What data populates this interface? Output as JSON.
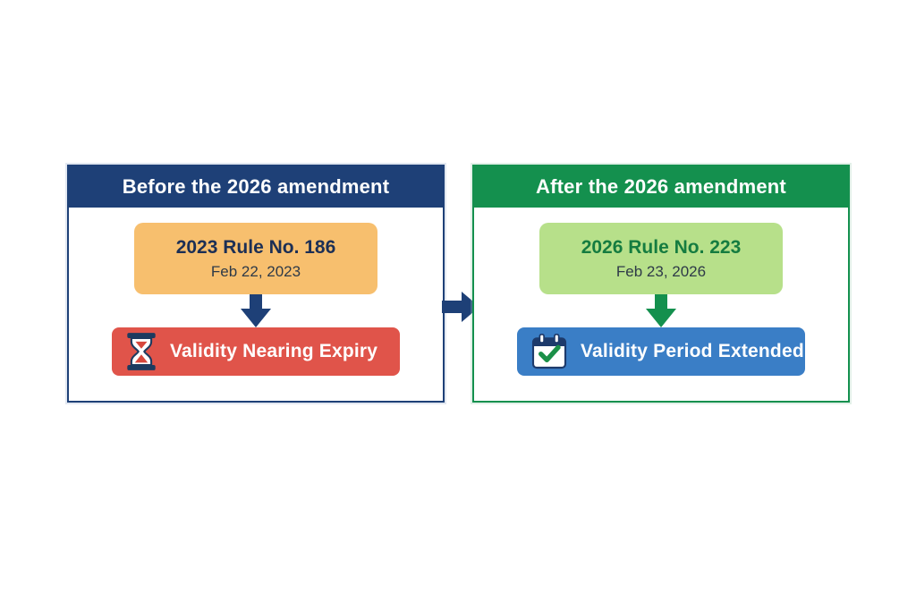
{
  "colors": {
    "navy": "#1E4077",
    "green": "#14904E",
    "orange_box": "#F7BF6E",
    "light_green_box": "#B7E08A",
    "red_box": "#E0544A",
    "blue_box": "#3A7EC6",
    "navy_text": "#1C2F55",
    "green_text": "#157C40",
    "date_text": "#2E3A48",
    "icon_outline": "#1D3A5F",
    "check_green": "#1B9048",
    "sand_red": "#D6473C",
    "background": "#FFFFFF"
  },
  "before_panel": {
    "header": "Before the 2026 amendment",
    "rule_box": {
      "title": "2023 Rule No. 186",
      "date": "Feb 22, 2023"
    },
    "status_box": {
      "label": "Validity Nearing Expiry",
      "icon": "hourglass-icon"
    }
  },
  "after_panel": {
    "header": "After the 2026 amendment",
    "rule_box": {
      "title": "2026 Rule No. 223",
      "date": "Feb 23, 2026"
    },
    "status_box": {
      "label": "Validity Period Extended",
      "icon": "calendar-check-icon"
    }
  },
  "flow": {
    "connector": "right-arrow from before-panel to after-panel",
    "before_flow": "rule-box -> down-arrow -> status-box",
    "after_flow": "rule-box -> down-arrow -> status-box"
  }
}
